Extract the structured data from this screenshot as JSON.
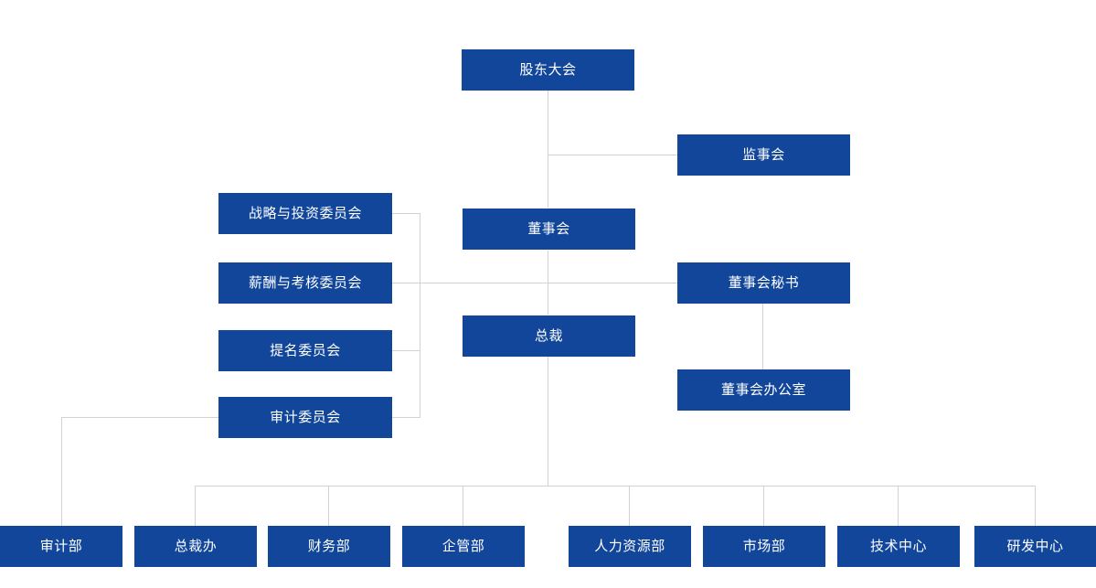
{
  "chart": {
    "title": "",
    "type": "org-chart",
    "theme": {
      "node_fill": "#11469B",
      "node_text": "#ffffff",
      "connector": "#d2d2d2",
      "background": "#ffffff"
    }
  },
  "nodes": {
    "shareholders_meeting": {
      "label": "股东大会"
    },
    "supervisory_board": {
      "label": "监事会"
    },
    "board_of_directors": {
      "label": "董事会"
    },
    "board_secretary": {
      "label": "董事会秘书"
    },
    "board_office": {
      "label": "董事会办公室"
    },
    "president": {
      "label": "总裁"
    }
  },
  "committees": [
    {
      "label": "战略与投资委员会"
    },
    {
      "label": "薪酬与考核委员会"
    },
    {
      "label": "提名委员会"
    },
    {
      "label": "审计委员会"
    }
  ],
  "departments": [
    {
      "label": "审计部"
    },
    {
      "label": "总裁办"
    },
    {
      "label": "财务部"
    },
    {
      "label": "企管部"
    },
    {
      "label": "人力资源部"
    },
    {
      "label": "市场部"
    },
    {
      "label": "技术中心"
    },
    {
      "label": "研发中心"
    }
  ]
}
